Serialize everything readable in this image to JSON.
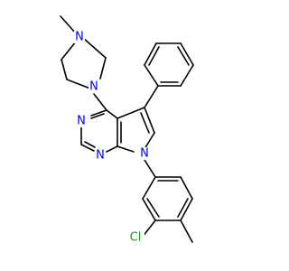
{
  "colors": {
    "background": "#ffffff",
    "bond": "#000000",
    "nitrogen": "#0000ff",
    "chlorine": "#00aa00"
  },
  "atoms": {
    "n_methyl": "N",
    "n_piperazine_attach": "N",
    "n_pyrimidine_top": "N",
    "n_pyrimidine_bottom": "N",
    "n_pyrrole": "N",
    "cl": "Cl"
  }
}
